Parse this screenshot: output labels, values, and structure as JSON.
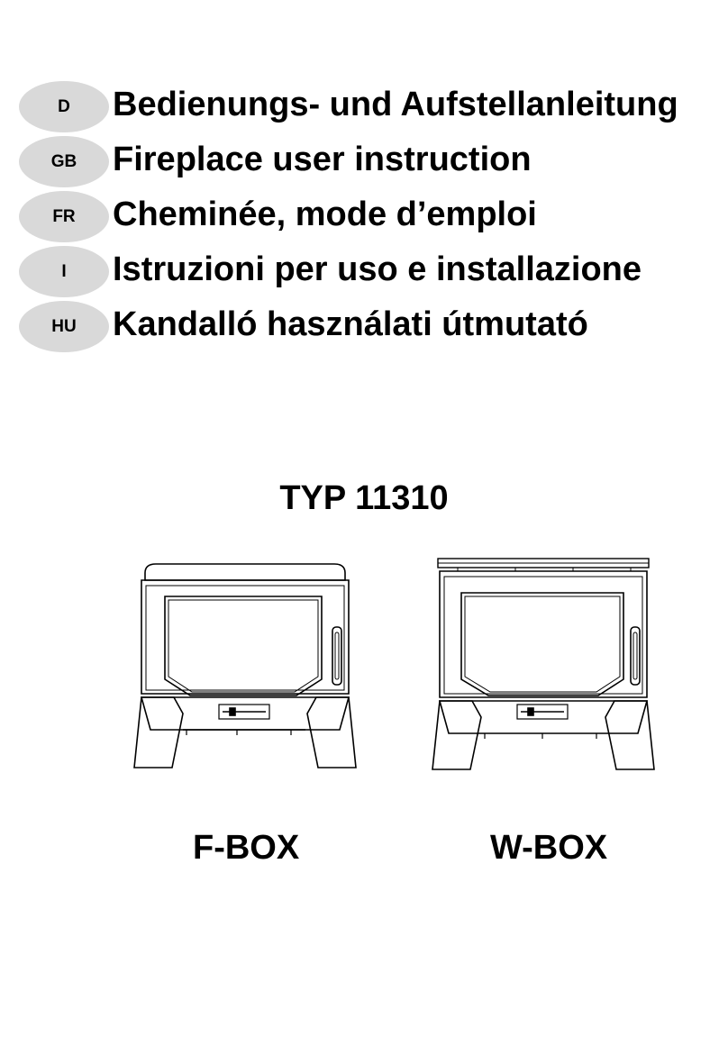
{
  "languages": [
    {
      "code": "D",
      "title": "Bedienungs- und Aufstellanleitung"
    },
    {
      "code": "GB",
      "title": "Fireplace user instruction"
    },
    {
      "code": "FR",
      "title": "Cheminée, mode d’emploi"
    },
    {
      "code": "I",
      "title": "Istruzioni per uso e installazione"
    },
    {
      "code": "HU",
      "title": "Kandalló használati útmutató"
    }
  ],
  "model": "TYP 11310",
  "stoves": [
    {
      "label": "F-BOX",
      "icon": "stove-f-box-drawing"
    },
    {
      "label": "W-BOX",
      "icon": "stove-w-box-drawing"
    }
  ],
  "colors": {
    "badge": "#d9d9d9",
    "text": "#000000"
  }
}
